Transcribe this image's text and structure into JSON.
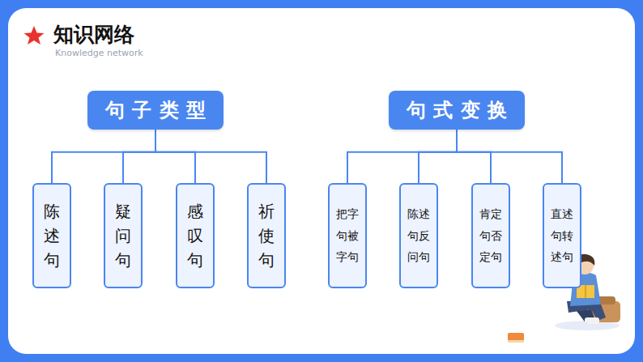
{
  "diagram": {
    "title": "知识网络",
    "nodes": [
      {
        "text": [
          "句子类型"
        ]
      },
      {
        "text": [
          "陈述句"
        ]
      },
      {
        "text": [
          "疑问句"
        ]
      },
      {
        "text": [
          "感叹句"
        ]
      },
      {
        "text": [
          "祈使句"
        ]
      },
      {
        "text": [
          "句式变换"
        ]
      },
      {
        "text": [
          "把字句被字句"
        ]
      },
      {
        "text": [
          "陈述句反问句"
        ]
      },
      {
        "text": [
          "肯定句否定句"
        ]
      },
      {
        "text": [
          "直述句转述句"
        ]
      }
    ],
    "edges": [
      {
        "from": 0,
        "to": 1,
        "arrow": "none"
      },
      {
        "from": 0,
        "to": 2,
        "arrow": "none"
      },
      {
        "from": 0,
        "to": 3,
        "arrow": "none"
      },
      {
        "from": 0,
        "to": 4,
        "arrow": "none"
      },
      {
        "from": 5,
        "to": 6,
        "arrow": "none"
      },
      {
        "from": 5,
        "to": 7,
        "arrow": "none"
      },
      {
        "from": 5,
        "to": 8,
        "arrow": "none"
      },
      {
        "from": 5,
        "to": 9,
        "arrow": "none"
      }
    ],
    "labels": [
      "Knowledge network"
    ]
  }
}
